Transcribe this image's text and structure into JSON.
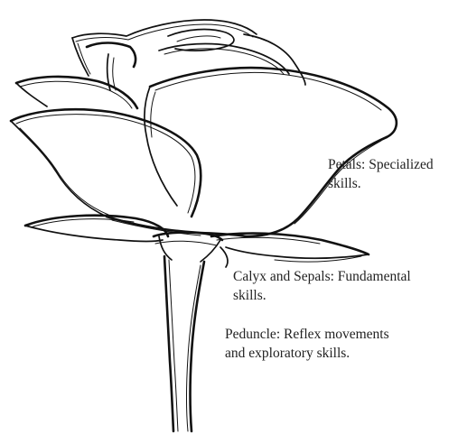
{
  "labels": {
    "petals": {
      "line1": "Petals: Specialized",
      "line2": "skills."
    },
    "calyx": {
      "line1": "Calyx and Sepals: Fundamental",
      "line2": "skills."
    },
    "peduncle": {
      "line1": "Peduncle: Reflex movements",
      "line2": "and exploratory skills."
    }
  },
  "colors": {
    "ink": "#111111",
    "text": "#222222",
    "background": "#ffffff"
  }
}
